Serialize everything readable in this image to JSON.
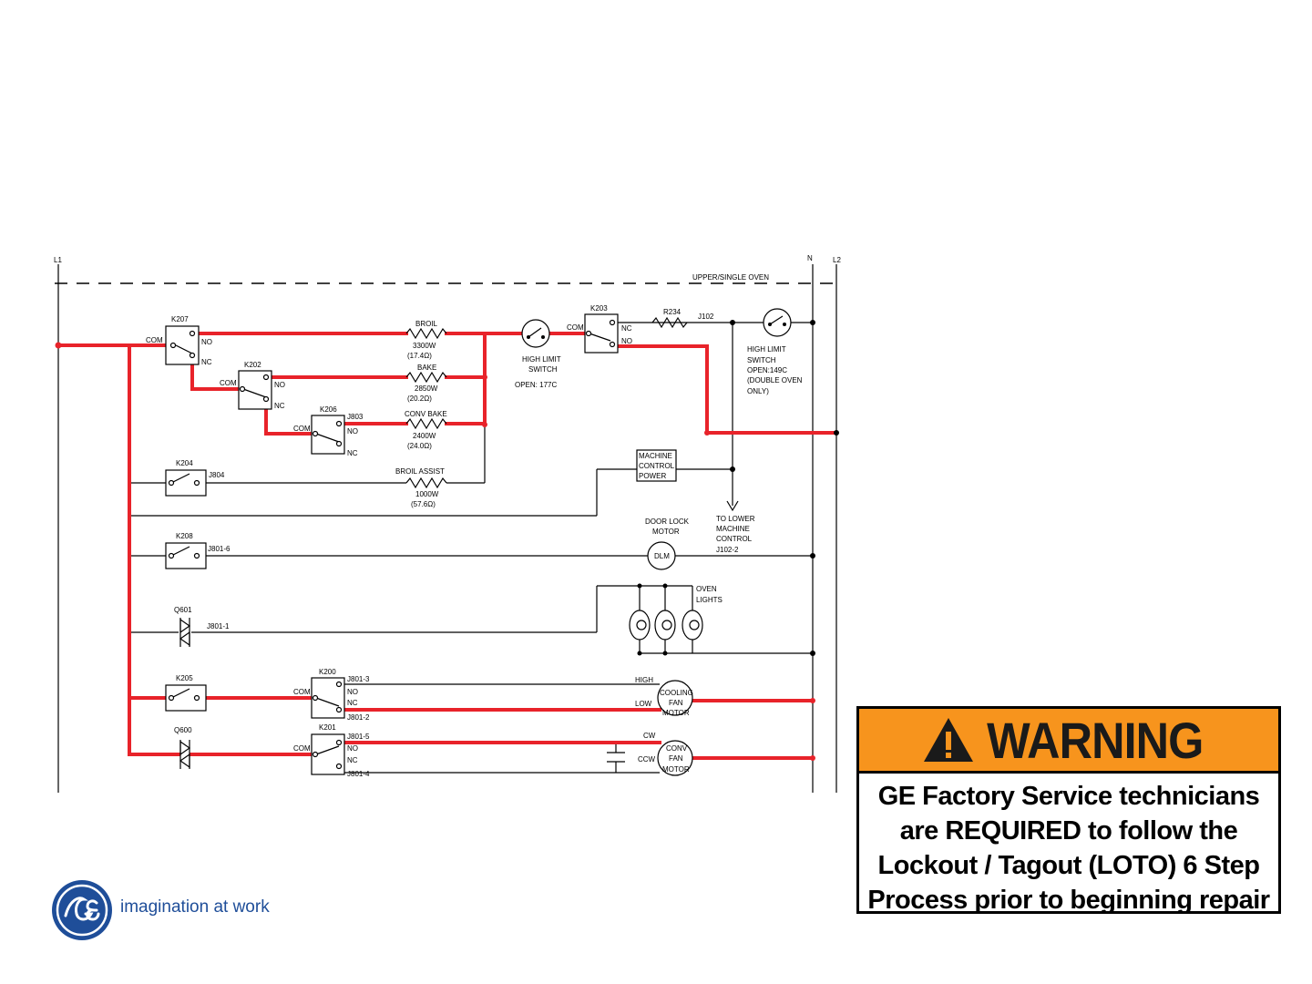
{
  "diagram": {
    "lines": {
      "l1": "L1",
      "n": "N",
      "l2": "L2"
    },
    "section": "UPPER/SINGLE OVEN",
    "relays": {
      "k207": "K207",
      "k202": "K202",
      "k206": "K206",
      "k204": "K204",
      "k208": "K208",
      "k203": "K203",
      "k205": "K205",
      "k200": "K200",
      "k201": "K201"
    },
    "triacs": {
      "q601": "Q601",
      "q600": "Q600"
    },
    "terminals": {
      "com": "COM",
      "no": "NO",
      "nc": "NC"
    },
    "connectors": {
      "j803": "J803",
      "j804": "J804",
      "j801_6": "J801-6",
      "j801_1": "J801-1",
      "j801_3": "J801-3",
      "j801_2": "J801-2",
      "j801_5": "J801-5",
      "j801_4": "J801-4",
      "j102": "J102"
    },
    "resistor_r234": "R234",
    "elements": {
      "broil": {
        "name": "BROIL",
        "watts": "3300W",
        "ohms": "(17.4Ω)"
      },
      "bake": {
        "name": "BAKE",
        "watts": "2850W",
        "ohms": "(20.2Ω)"
      },
      "conv_bake": {
        "name": "CONV BAKE",
        "watts": "2400W",
        "ohms": "(24.0Ω)"
      },
      "broil_assist": {
        "name": "BROIL ASSIST",
        "watts": "1000W",
        "ohms": "(57.6Ω)"
      }
    },
    "high_limit_1": {
      "line1": "HIGH LIMIT",
      "line2": "SWITCH",
      "open": "OPEN: 177C"
    },
    "high_limit_2": {
      "line1": "HIGH LIMIT",
      "line2": "SWITCH",
      "line3": "OPEN:149C",
      "line4": "(DOUBLE OVEN",
      "line5": "ONLY)"
    },
    "machine_control_power": {
      "line1": "MACHINE",
      "line2": "CONTROL",
      "line3": "POWER"
    },
    "to_lower": {
      "line1": "TO LOWER",
      "line2": "MACHINE",
      "line3": "CONTROL",
      "line4": "J102-2"
    },
    "door_lock": {
      "line1": "DOOR LOCK",
      "line2": "MOTOR",
      "symbol": "DLM"
    },
    "oven_lights": {
      "line1": "OVEN",
      "line2": "LIGHTS"
    },
    "cooling_fan": {
      "line1": "COOLING",
      "line2": "FAN",
      "line3": "MOTOR",
      "high": "HIGH",
      "low": "LOW"
    },
    "conv_fan": {
      "line1": "CONV",
      "line2": "FAN",
      "line3": "MOTOR",
      "cw": "CW",
      "ccw": "CCW"
    }
  },
  "warning": {
    "title": "WARNING",
    "body": "GE Factory Service technicians are REQUIRED to follow the Lockout / Tagout (LOTO) 6 Step Process prior to beginning repair"
  },
  "branding": {
    "logo": "ge-monogram-logo",
    "tagline": "imagination at work"
  },
  "colors": {
    "energized_path": "#e8232a",
    "warning_orange": "#f7941d",
    "ge_blue": "#1f4e99"
  }
}
